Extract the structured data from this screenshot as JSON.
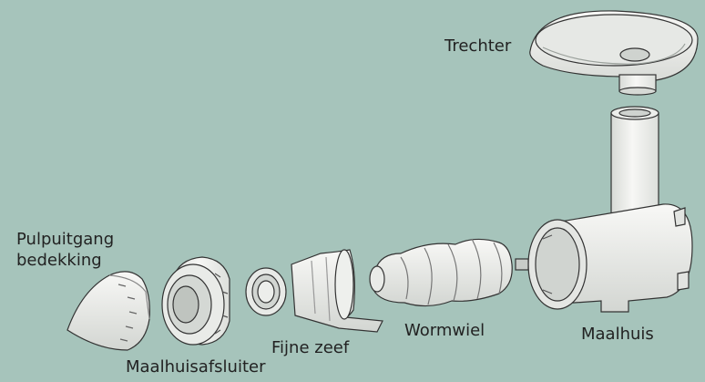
{
  "labels": {
    "trechter": "Trechter",
    "pulpuitgang_line1": "Pulpuitgang",
    "pulpuitgang_line2": "bedekking",
    "maalhuisafsluiter": "Maalhuisafsluiter",
    "fijne_zeef": "Fijne zeef",
    "wormwiel": "Wormwiel",
    "maalhuis": "Maalhuis"
  },
  "colors": {
    "background": "#a6c4bb",
    "part_fill": "#f4f4f2",
    "part_shade": "#d9dcd8",
    "outline": "#333333"
  }
}
